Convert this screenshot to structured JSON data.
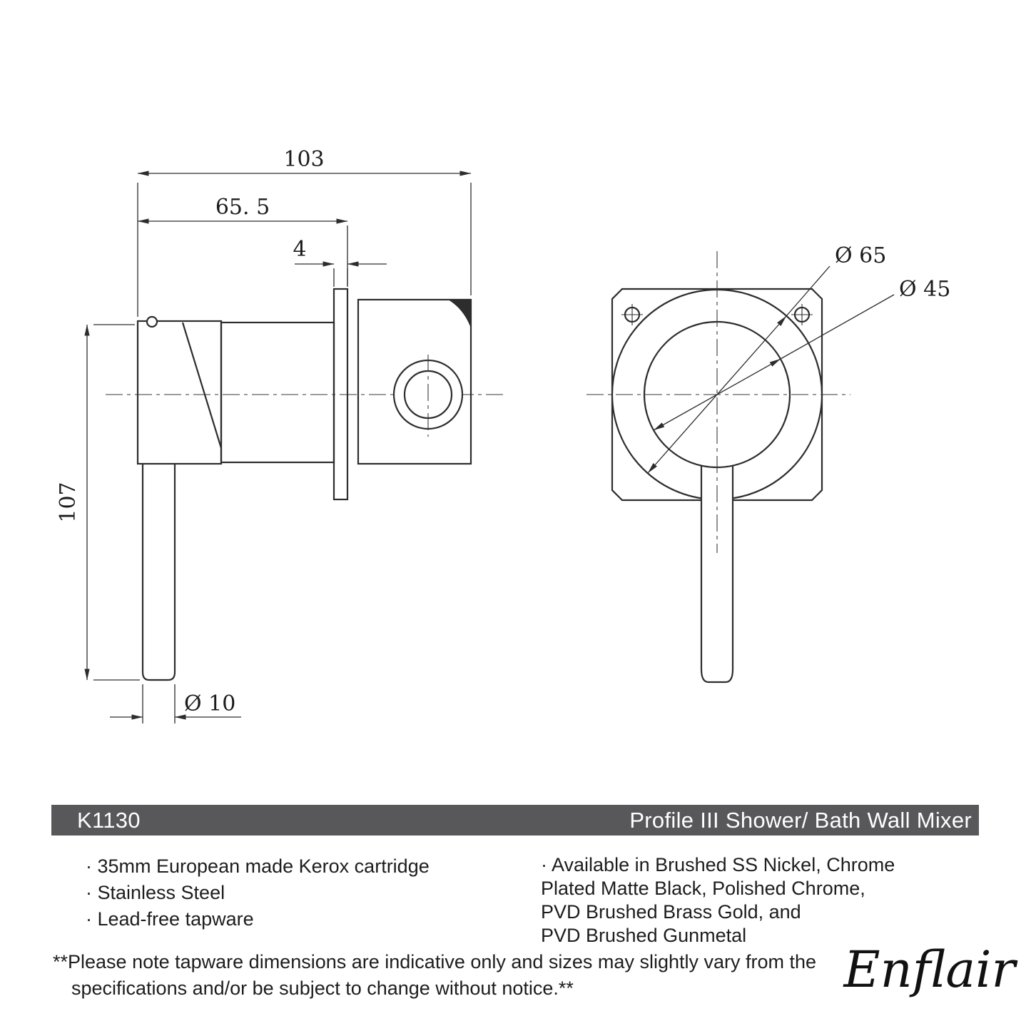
{
  "title_bar": {
    "code": "K1130",
    "name": "Profile III Shower/ Bath Wall Mixer"
  },
  "dimensions": {
    "total_width": "103",
    "body_width": "65. 5",
    "plate_thickness": "4",
    "handle_length": "107",
    "handle_diameter": "Ø 10",
    "flange_diameter": "Ø 65",
    "trim_diameter": "Ø 45"
  },
  "features_left": [
    "· 35mm European made Kerox cartridge",
    "· Stainless Steel",
    "· Lead-free tapware"
  ],
  "features_right": [
    "· Available in Brushed SS Nickel, Chrome",
    "Plated Matte Black, Polished Chrome,",
    "PVD Brushed Brass Gold, and",
    "PVD Brushed Gunmetal"
  ],
  "disclaimer": {
    "line1": "**Please note tapware dimensions are indicative only and sizes may slightly vary from the",
    "line2": "specifications and/or be subject to change without notice.**"
  },
  "brand": "Enflair",
  "colors": {
    "bar_bg": "#58585a",
    "bar_text": "#ffffff",
    "line": "#2d2d2d"
  }
}
